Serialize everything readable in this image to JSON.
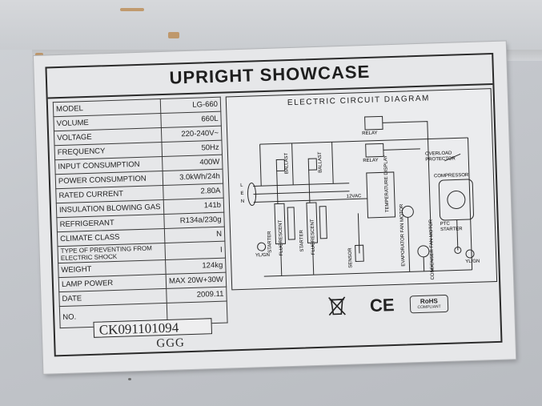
{
  "label": {
    "title": "UPRIGHT SHOWCASE",
    "specs": [
      {
        "key": "MODEL",
        "value": "LG-660"
      },
      {
        "key": "VOLUME",
        "value": "660L"
      },
      {
        "key": "VOLTAGE",
        "value": "220-240V~"
      },
      {
        "key": "FREQUENCY",
        "value": "50Hz"
      },
      {
        "key": "INPUT CONSUMPTION",
        "value": "400W"
      },
      {
        "key": "POWER CONSUMPTION",
        "value": "3.0kWh/24h"
      },
      {
        "key": "RATED CURRENT",
        "value": "2.80A"
      },
      {
        "key": "INSULATION BLOWING GAS",
        "value": "141b"
      },
      {
        "key": "REFRIGERANT",
        "value": "R134a/230g"
      },
      {
        "key": "CLIMATE CLASS",
        "value": "N"
      },
      {
        "key": "TYPE OF PREVENTING FROM ELECTRIC SHOCK",
        "value": "I"
      },
      {
        "key": "WEIGHT",
        "value": "124kg"
      },
      {
        "key": "LAMP POWER",
        "value": "MAX 20W+30W"
      },
      {
        "key": "DATE",
        "value": "2009.11"
      }
    ],
    "no_label": "NO.",
    "serial": "CK091101094",
    "code": "GGG",
    "circuit": {
      "title": "ELECTRIC CIRCUIT DIAGRAM",
      "labels": {
        "relay1": "RELAY",
        "relay2": "RELAY",
        "overload": "OVERLOAD PROTECTOR",
        "compressor": "COMPRESSOR",
        "ptc": "PTC STARTER",
        "ballast1": "BALLAST",
        "ballast2": "BALLAST",
        "starter1": "STARTER",
        "starter2": "STARTER",
        "fluor1": "FLUORESCENT",
        "fluor2": "FLUORESCENT",
        "sensor": "SENSOR",
        "evap": "EVAPORATOR FAN MOTOR",
        "cond": "CONDENSER FAN MOTOR",
        "display": "TEMPERATURE DISPLAY",
        "vac": "12VAC",
        "yg1": "YL/GN",
        "yg2": "YL/GN",
        "l": "L",
        "e": "E",
        "n": "N"
      }
    },
    "cert": {
      "ce": "CE",
      "rohs_line1": "RoHS",
      "rohs_line2": "COMPLIANT"
    }
  }
}
